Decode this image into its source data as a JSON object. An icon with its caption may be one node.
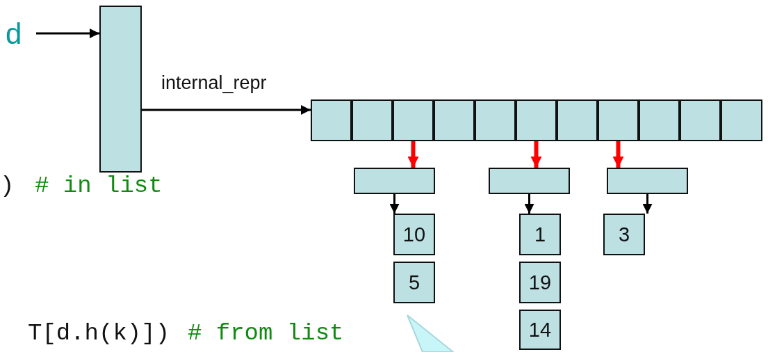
{
  "diagram": {
    "nodes": [
      {
        "text": [
          "d"
        ]
      },
      {
        "text": [],
        "shape": "box"
      },
      {
        "text": [],
        "shape": "box"
      },
      {
        "text": [],
        "shape": "box",
        "in": 2
      },
      {
        "text": [],
        "shape": "box",
        "in": 2
      },
      {
        "text": [],
        "shape": "box",
        "in": 2
      },
      {
        "text": [],
        "shape": "box",
        "in": 2
      },
      {
        "text": [],
        "shape": "box",
        "in": 2
      },
      {
        "text": [],
        "shape": "box",
        "in": 2
      },
      {
        "text": [],
        "shape": "box",
        "in": 2
      },
      {
        "text": [],
        "shape": "box",
        "in": 2
      },
      {
        "text": [],
        "shape": "box",
        "in": 2
      },
      {
        "text": [],
        "shape": "box",
        "in": 2
      },
      {
        "text": [],
        "shape": "box",
        "in": 2
      },
      {
        "text": [],
        "shape": "box"
      },
      {
        "text": [],
        "shape": "box"
      },
      {
        "text": [],
        "shape": "box"
      },
      {
        "text": [
          "10"
        ]
      },
      {
        "text": [
          "1"
        ]
      },
      {
        "text": [
          "3"
        ]
      },
      {
        "text": [
          "5"
        ]
      },
      {
        "text": [
          "19"
        ]
      },
      {
        "text": [
          "14"
        ]
      }
    ],
    "edges": [
      {
        "from": 0,
        "to": 1,
        "arrow": "to"
      },
      {
        "from": 1,
        "to": 2,
        "arrow": "to",
        "label": "internal_repr"
      },
      {
        "from": 5,
        "to": 14,
        "arrow": "to",
        "style": "thick",
        "color": "#ff0000"
      },
      {
        "from": 8,
        "to": 15,
        "arrow": "to",
        "style": "thick",
        "color": "#ff0000"
      },
      {
        "from": 10,
        "to": 16,
        "arrow": "to",
        "style": "thick",
        "color": "#ff0000"
      },
      {
        "from": 14,
        "to": 17,
        "arrow": "to"
      },
      {
        "from": 15,
        "to": 18,
        "arrow": "to"
      },
      {
        "from": 16,
        "to": 19,
        "arrow": "to"
      }
    ],
    "labels": [
      ")",
      "# in list",
      "T[d.h(k)])",
      "# from list"
    ]
  }
}
